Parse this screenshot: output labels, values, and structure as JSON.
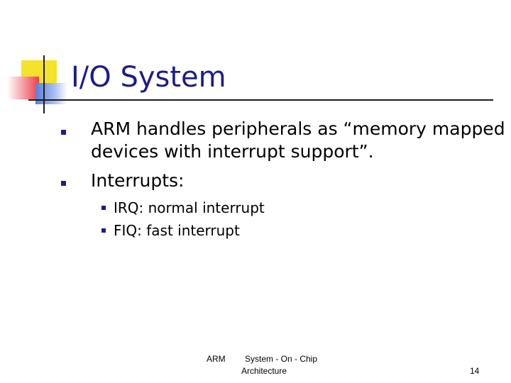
{
  "slide": {
    "title": "I/O System",
    "bullets": [
      {
        "line1": "ARM handles peripherals as “memory mapped",
        "line2": "devices with interrupt support”."
      },
      {
        "line1": "Interrupts:"
      }
    ],
    "sub_bullets": [
      {
        "text": "IRQ: normal interrupt"
      },
      {
        "text": "FIQ: fast interrupt"
      }
    ],
    "footer": {
      "left": "ARM",
      "center_line1": "System - On - Chip",
      "center_line2": "Architecture",
      "page_number": "14"
    },
    "colors": {
      "title": "#1c1c8c",
      "bullet_marker": "#1c1c8c",
      "accent_yellow": "#f5e22a",
      "accent_red": "#ef3d4a",
      "accent_blue": "#5b7fd8"
    }
  }
}
